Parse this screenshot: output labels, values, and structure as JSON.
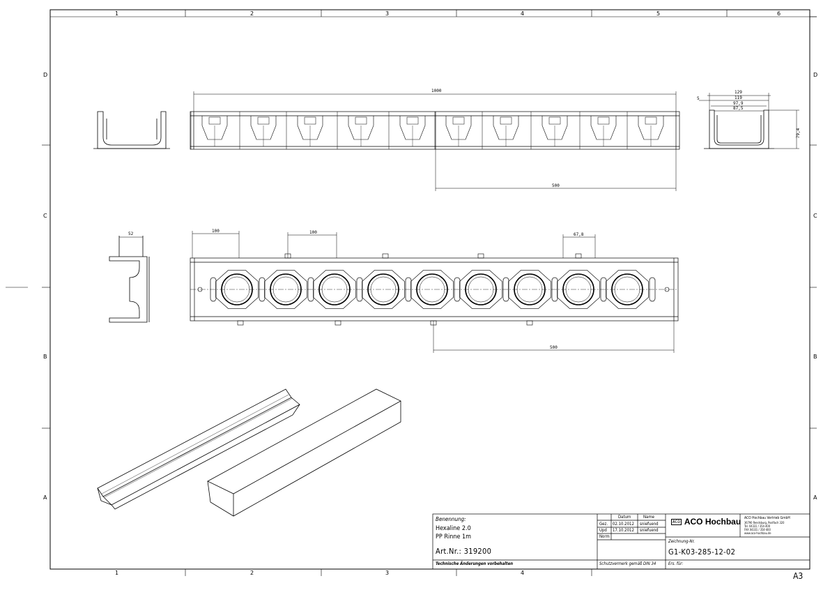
{
  "zones": {
    "columns": [
      "1",
      "2",
      "3",
      "4",
      "5",
      "6"
    ],
    "rows": [
      "D",
      "C",
      "B",
      "A"
    ]
  },
  "dims": {
    "side_length_1000": "1000",
    "side_length_500": "500",
    "section_129": "129",
    "section_119": "119",
    "section_97_9": "97,9",
    "section_87_5": "87,5",
    "section_5": "5",
    "section_height_79_4": "79,4",
    "end_52": "52",
    "top_100_a": "100",
    "top_100_b": "100",
    "top_67_8": "67,8",
    "top_500": "500"
  },
  "title_block": {
    "benennung_label": "Benennung:",
    "product_line1": "Hexaline 2.0",
    "product_line2": "PP Rinne 1m",
    "article_label": "Art.Nr.: 319200",
    "changes_note": "Technische Änderungen vorbehalten",
    "col_datum": "Datum",
    "col_name": "Name",
    "row_gez": "Gez.",
    "row_upd": "Upd",
    "row_norm": "Norm",
    "gez_date": "02.10.2012",
    "gez_name": "sniefuend",
    "upd_date": "17.10.2012",
    "upd_name": "sniefuend",
    "protection_note": "Schutzvermerk gemäß DIN 34",
    "company_name": "ACO Hochbau",
    "company_mark": "ACO",
    "company_address_1": "ACO Hochbau Vertrieb GmbH",
    "company_address_2": "36790 Rendsburg, Postfach 320",
    "company_address_3": "Tel. 04331 / 354-400",
    "company_address_4": "FAX 04331 / 354-400",
    "company_address_5": "www.aco-hochbau.de",
    "drawing_no_label": "Zeichnung-Nr.",
    "drawing_no": "G1-K03-285-12-02",
    "ers_fuer": "Ers. für:",
    "sheet_size": "A3"
  }
}
